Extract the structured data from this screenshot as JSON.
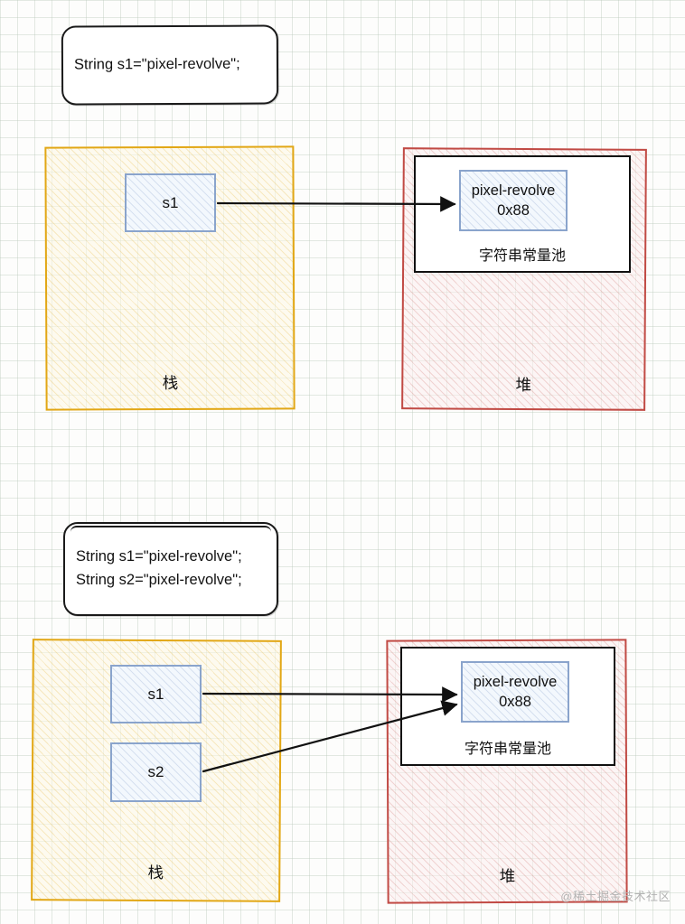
{
  "watermark": "@稀土掘金技术社区",
  "colors": {
    "stack_border": "#e2a715",
    "heap_border": "#c14a44",
    "var_border": "#8aa4cc",
    "pool_border": "#111111",
    "arrow": "#111111"
  },
  "top": {
    "code_lines": [
      "String s1=\"pixel-revolve\";"
    ],
    "stack_label": "栈",
    "heap_label": "堆",
    "pool_label": "字符串常量池",
    "var1": "s1",
    "string_value": "pixel-revolve",
    "string_addr": "0x88"
  },
  "bottom": {
    "code_lines": [
      "String s1=\"pixel-revolve\";",
      "String s2=\"pixel-revolve\";"
    ],
    "stack_label": "栈",
    "heap_label": "堆",
    "pool_label": "字符串常量池",
    "var1": "s1",
    "var2": "s2",
    "string_value": "pixel-revolve",
    "string_addr": "0x88"
  }
}
